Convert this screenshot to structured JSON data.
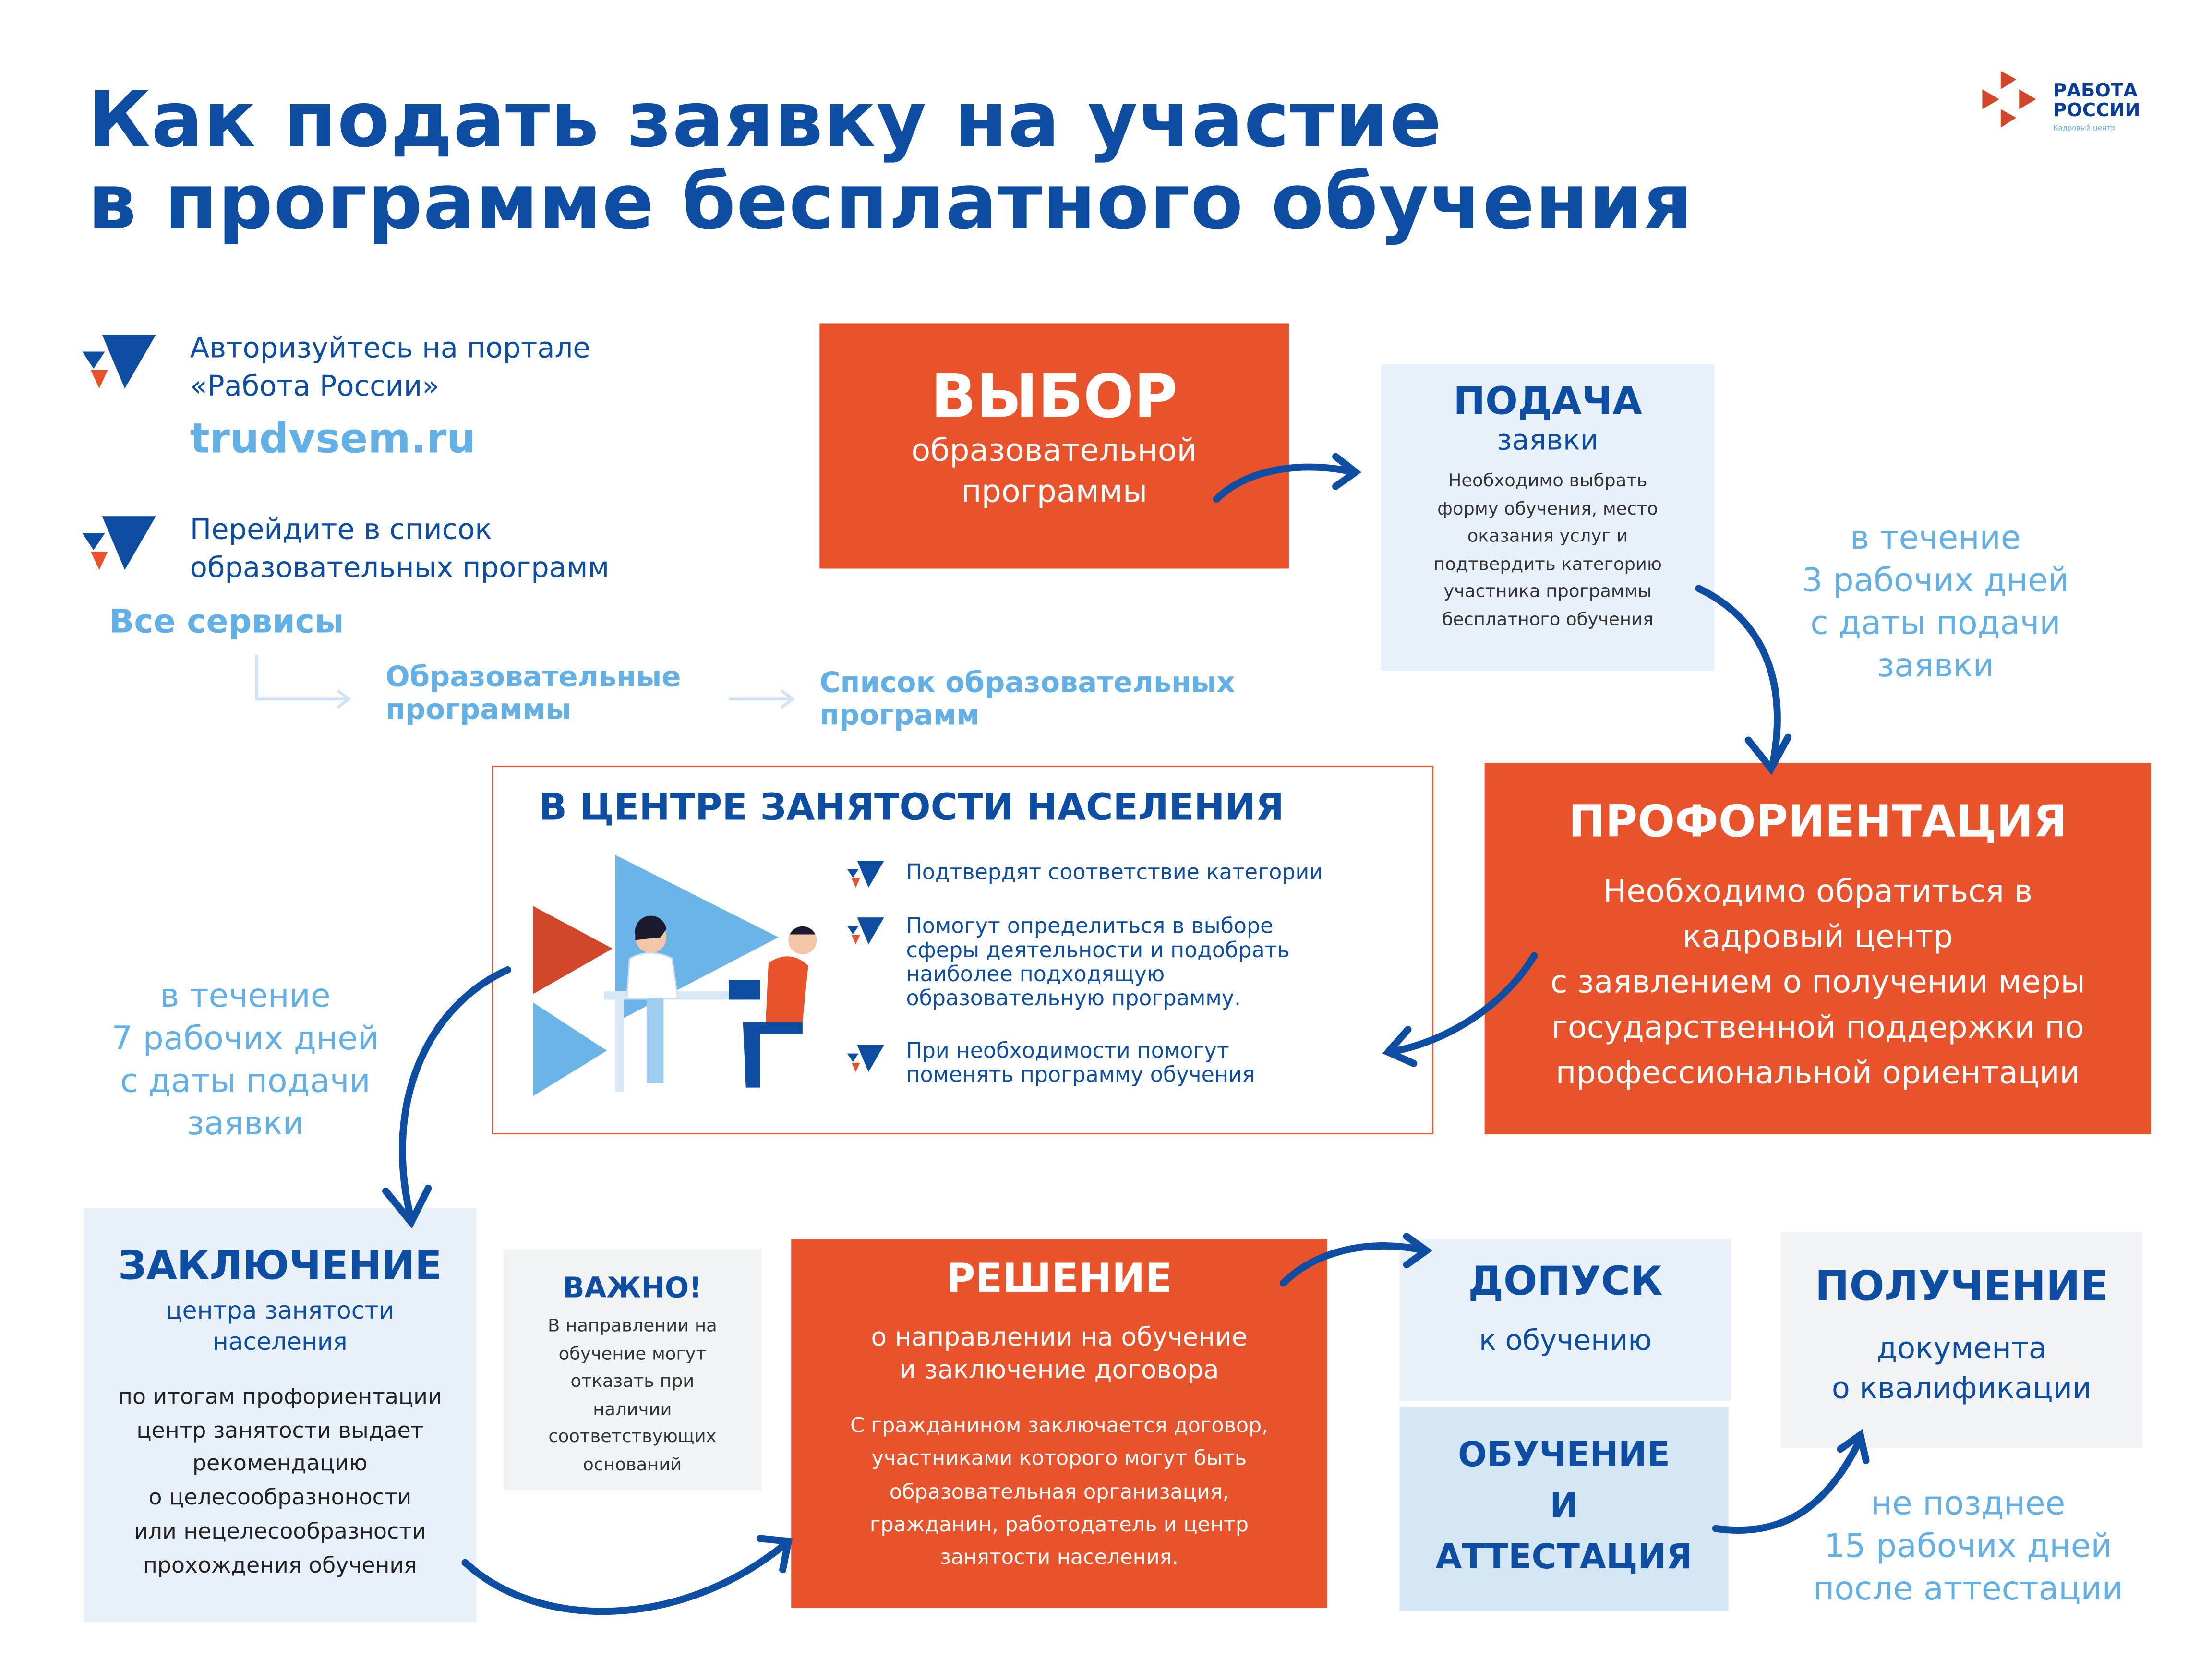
{
  "title": {
    "line1": "Как подать заявку на участие",
    "line2": "в программе бесплатного обучения"
  },
  "logo": {
    "line1": "РАБОТА",
    "line2": "РОССИИ",
    "sub": "Кадровый центр"
  },
  "colors": {
    "blue": "#0d4ea3",
    "orange": "#e8532b",
    "light_blue": "#62b0e6",
    "pale": "#e8f1fa",
    "grey": "#f2f3f5"
  },
  "steps_left": {
    "step1": {
      "line1": "Авторизуйтесь на портале",
      "line2": "«Работа России»",
      "link": "trudvsem.ru"
    },
    "step2": {
      "line1": "Перейдите в список",
      "line2": "образовательных программ"
    },
    "path": {
      "all_services": "Все сервисы",
      "edu_line1": "Образовательные",
      "edu_line2": "программы",
      "list_line1": "Список образовательных",
      "list_line2": "программ"
    }
  },
  "choice": {
    "title": "ВЫБОР",
    "line1": "образовательной",
    "line2": "программы"
  },
  "submit": {
    "title": "ПОДАЧА",
    "subtitle": "заявки",
    "lines": [
      "Необходимо выбрать",
      "форму обучения, место",
      "оказания услуг и",
      "подтвердить категорию",
      "участника программы",
      "бесплатного обучения"
    ]
  },
  "deadline3": [
    "в течение",
    "3 рабочих дней",
    "с даты подачи",
    "заявки"
  ],
  "center": {
    "title": "В ЦЕНТРЕ ЗАНЯТОСТИ НАСЕЛЕНИЯ",
    "items": [
      {
        "lines": [
          "Подтвердят соответствие категории"
        ]
      },
      {
        "lines": [
          "Помогут определиться в выборе",
          "сферы деятельности и подобрать",
          "наиболее подходящую",
          "образовательную программу."
        ]
      },
      {
        "lines": [
          "При необходимости помогут",
          "поменять программу обучения"
        ]
      }
    ]
  },
  "orientation": {
    "title": "ПРОФОРИЕНТАЦИЯ",
    "lines": [
      "Необходимо обратиться в",
      "кадровый центр",
      "с заявлением о получении меры",
      "государственной поддержки по",
      "профессиональной ориентации"
    ]
  },
  "deadline7": [
    "в течение",
    "7 рабочих дней",
    "с даты подачи",
    "заявки"
  ],
  "conclusion": {
    "title": "ЗАКЛЮЧЕНИЕ",
    "sub1": "центра занятости",
    "sub2": "населения",
    "lines": [
      "по итогам профориентации",
      "центр занятости выдает",
      "рекомендацию",
      "о целесообразноности",
      "или нецелесообразности",
      "прохождения обучения"
    ]
  },
  "important": {
    "title": "ВАЖНО!",
    "lines": [
      "В направлении на",
      "обучение могут",
      "отказать при",
      "наличии",
      "соответствующих",
      "оснований"
    ]
  },
  "decision": {
    "title": "РЕШЕНИЕ",
    "sub1": "о направлении на обучение",
    "sub2": "и заключение договора",
    "lines": [
      "С гражданином заключается договор,",
      "участниками которого могут быть",
      "образовательная организация,",
      "гражданин, работодатель и центр",
      "занятости населения."
    ]
  },
  "admission": {
    "title": "ДОПУСК",
    "sub": "к обучению"
  },
  "training": {
    "line1": "ОБУЧЕНИЕ",
    "line2": "И",
    "line3": "АТТЕСТАЦИЯ"
  },
  "receipt": {
    "title": "ПОЛУЧЕНИЕ",
    "sub1": "документа",
    "sub2": "о квалификации"
  },
  "deadline15": [
    "не позднее",
    "15 рабочих дней",
    "после аттестации"
  ]
}
